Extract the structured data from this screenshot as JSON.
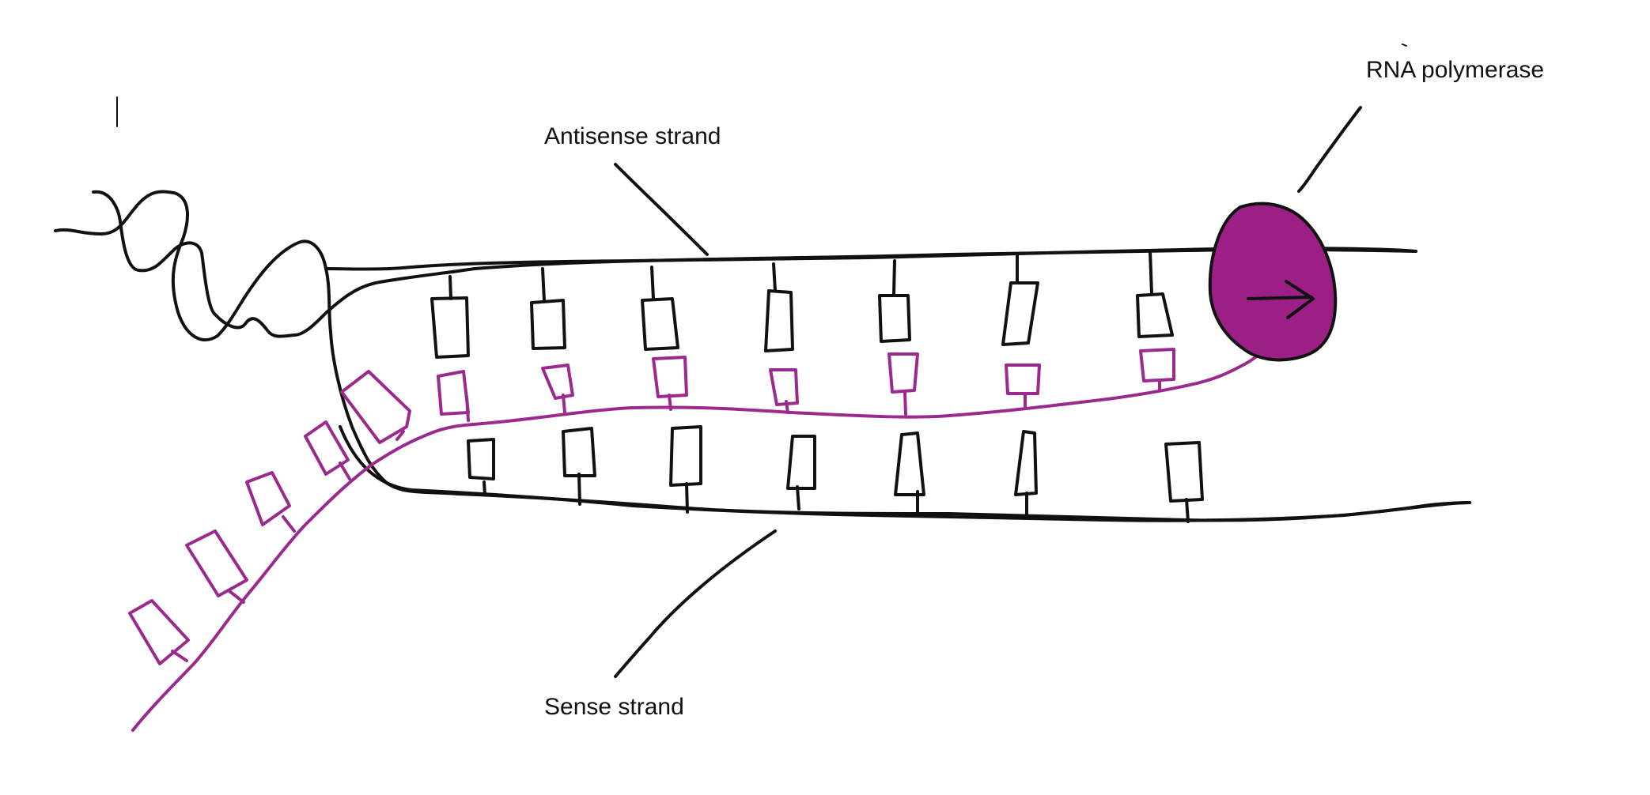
{
  "labels": {
    "antisense": "Antisense strand",
    "sense": "Sense strand",
    "polymerase": "RNA polymerase"
  },
  "colors": {
    "dna": "#111111",
    "rna": "#9b2a8f",
    "polymerase": "#9c1f86"
  },
  "icons": {
    "direction": "arrow-right-icon"
  }
}
